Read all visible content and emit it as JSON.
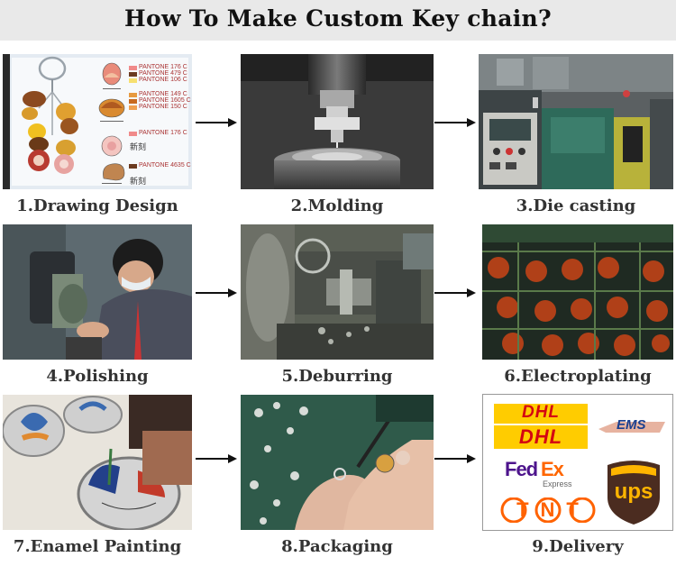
{
  "title": "How To Make Custom Key chain?",
  "steps": [
    {
      "label": "1.Drawing Design"
    },
    {
      "label": "2.Molding"
    },
    {
      "label": "3.Die casting"
    },
    {
      "label": "4.Polishing"
    },
    {
      "label": "5.Deburring"
    },
    {
      "label": "6.Electroplating"
    },
    {
      "label": "7.Enamel Painting"
    },
    {
      "label": "8.Packaging"
    },
    {
      "label": "9.Delivery"
    }
  ],
  "design_sheet": {
    "pantone_1": [
      "PANTONE 176 C",
      "PANTONE 479 C",
      "PANTONE 106 C"
    ],
    "pantone_2": [
      "PANTONE 149 C",
      "PANTONE 1605 C",
      "PANTONE 150 C"
    ],
    "pantone_3": [
      "PANTONE 176 C"
    ],
    "pantone_4": [
      "PANTONE 4635 C"
    ],
    "chinese_1": "新刻",
    "chinese_2": "新刻"
  },
  "carriers": {
    "dhl_1": "DHL",
    "dhl_2": "DHL",
    "ems": "EMS",
    "fedex_fed": "Fed",
    "fedex_ex": "Ex",
    "fedex_sub": "Express",
    "tnt": "TNT",
    "ups": "ups"
  },
  "colors": {
    "header_bg": "#e9e9e9",
    "arrow": "#111111",
    "dhl_yellow": "#ffcc00",
    "dhl_red": "#d40511",
    "fedex_purple": "#4d148c",
    "fedex_orange": "#ff6600",
    "ups_brown": "#4b2c20",
    "ups_gold": "#ffb500",
    "tnt_orange": "#ff6200",
    "ems_blue": "#1a3f8f"
  }
}
